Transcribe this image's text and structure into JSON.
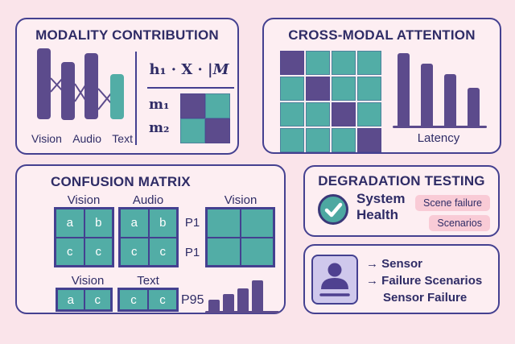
{
  "colors": {
    "background": "#fae4ea",
    "panel_background": "#fdeef2",
    "border": "#444090",
    "heading": "#2f2c66",
    "purple": "#5c4b8c",
    "teal": "#52ada6",
    "badge_pink": "#f9cbd6",
    "icon_lavender": "#cfc8ec",
    "cell_letter": "#ffffff"
  },
  "modality": {
    "title": "MODALITY CONTRIBUTION",
    "bar_labels": [
      "Vision",
      "Audio",
      "Text"
    ],
    "bars": [
      {
        "name": "bar-1",
        "color": "purple",
        "height": 88
      },
      {
        "name": "bar-2",
        "color": "purple",
        "height": 72
      },
      {
        "name": "bar-3",
        "color": "purple",
        "height": 82
      },
      {
        "name": "bar-4",
        "color": "teal",
        "height": 56
      }
    ],
    "formula": {
      "prefix": "h₁ · X · |",
      "emph": "M"
    },
    "row_labels": [
      "m₁",
      "m₂"
    ],
    "matrix_pattern": [
      [
        1,
        0
      ],
      [
        0,
        1
      ]
    ]
  },
  "attention": {
    "title": "CROSS-MODAL ATTENTION",
    "grid_pattern": [
      [
        1,
        0,
        0,
        0
      ],
      [
        0,
        1,
        0,
        0
      ],
      [
        0,
        0,
        1,
        0
      ],
      [
        0,
        0,
        0,
        1
      ]
    ],
    "latency_label": "Latency",
    "latency_bar_heights": [
      90,
      77,
      64,
      47
    ]
  },
  "confusion": {
    "title": "CONFUSION MATRIX",
    "grids": {
      "vision_top": {
        "label": "Vision",
        "cells": [
          "a",
          "b",
          "c",
          "c"
        ]
      },
      "audio": {
        "label": "Audio",
        "cells": [
          "a",
          "b",
          "c",
          "c"
        ]
      },
      "vision_large": {
        "label": "Vision",
        "cells": [
          "",
          "",
          "",
          ""
        ]
      },
      "vision_bottom": {
        "label": "Vision",
        "cells": [
          "a",
          "c"
        ]
      },
      "text": {
        "label": "Text",
        "cells": [
          "c",
          "c"
        ]
      }
    },
    "row_labels": [
      "P1",
      "P1"
    ],
    "p95_label": "P95",
    "p95_bar_heights": [
      14,
      21,
      28,
      38
    ]
  },
  "degradation": {
    "title": "DEGRADATION TESTING",
    "status_line1": "System",
    "status_line2": "Health",
    "badges": [
      "Scene failure",
      "Scenarios"
    ]
  },
  "scenarios_card": {
    "lines": [
      "→ Sensor",
      "→ Failure Scenarios",
      "Sensor Failure"
    ]
  }
}
